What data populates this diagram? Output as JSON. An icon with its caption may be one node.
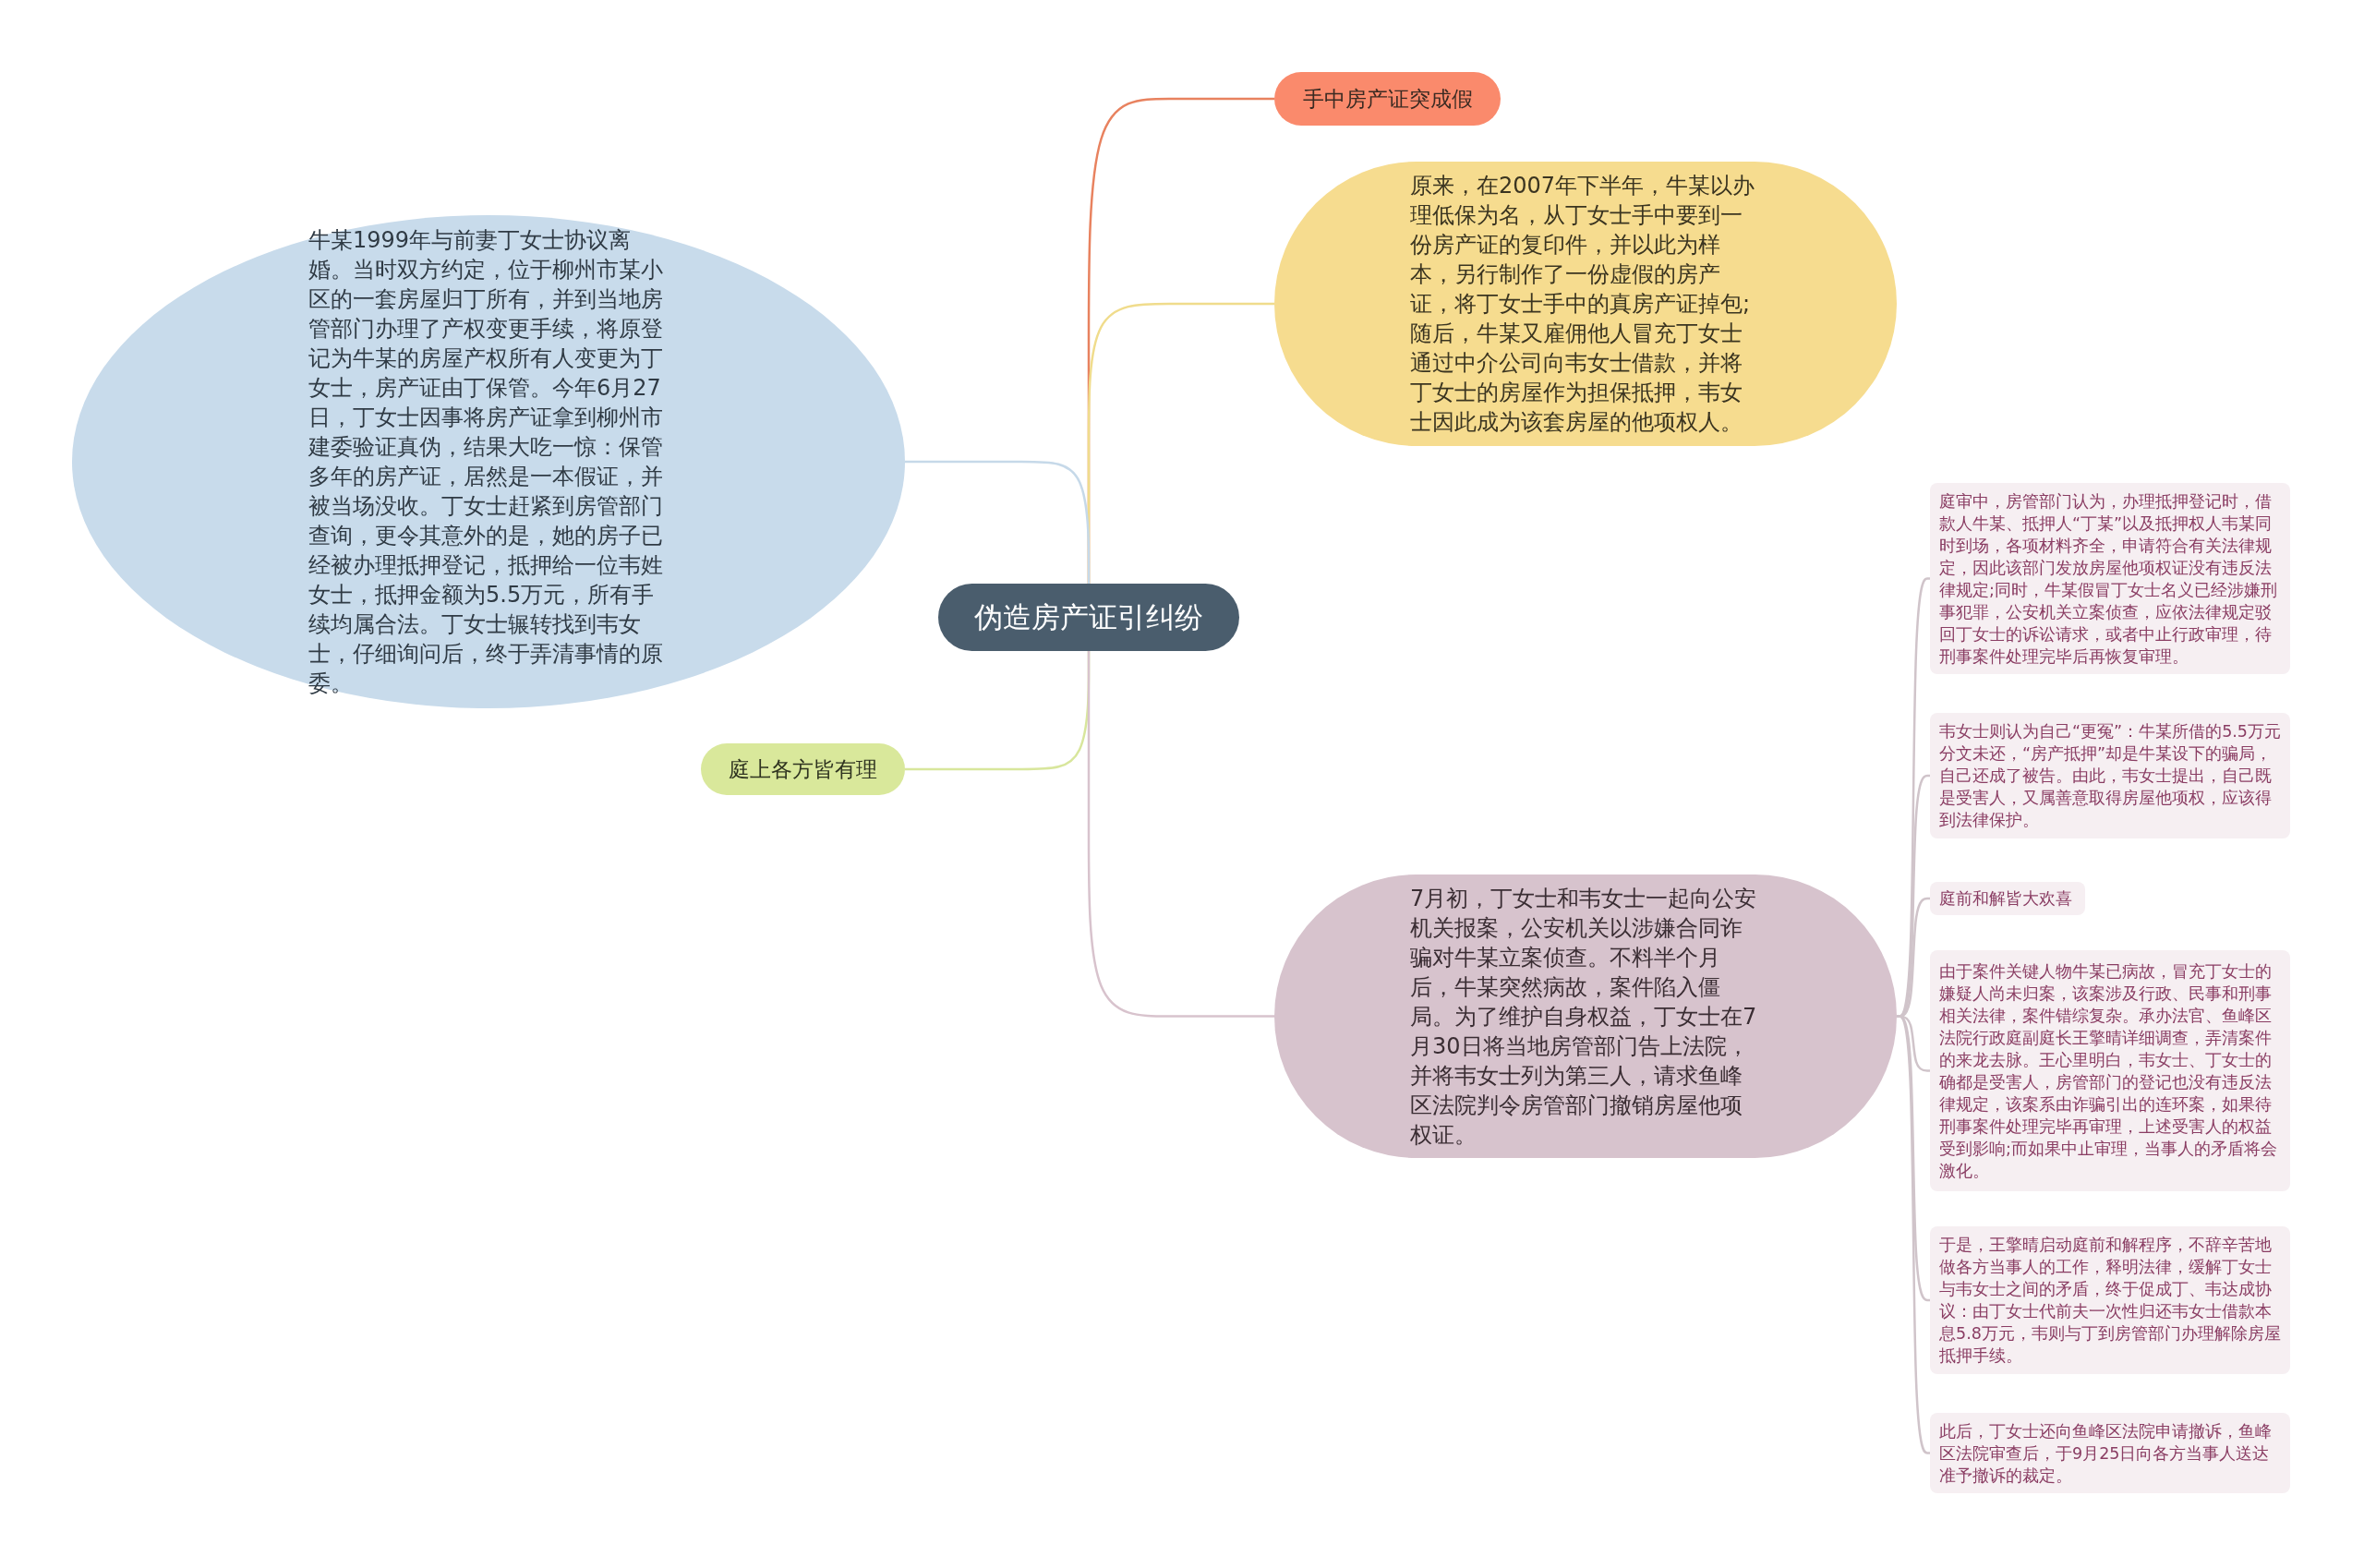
{
  "diagram": {
    "nodes": [
      {
        "text": [
          "伪造房产证引纠纷"
        ]
      },
      {
        "text": [
          "手中房产证突成假"
        ]
      },
      {
        "text": [
          "原来，在2007年下半年，牛某以办理低保为名，从丁女士手中要到一份房产证的复印件，并以此为样本，另行制作了一份虚假的房产证，将丁女士手中的真房产证掉包;随后，牛某又雇佣他人冒充丁女士通过中介公司向韦女士借款，并将丁女士的房屋作为担保抵押，韦女士因此成为该套房屋的他项权人。"
        ]
      },
      {
        "text": [
          "牛某1999年与前妻丁女士协议离婚。当时双方约定，位于柳州市某小区的一套房屋归丁所有，并到当地房管部门办理了产权变更手续，将原登记为牛某的房屋产权所有人变更为丁女士，房产证由丁保管。今年6月27日，丁女士因事将房产证拿到柳州市建委验证真伪，结果大吃一惊：保管多年的房产证，居然是一本假证，并被当场没收。丁女士赶紧到房管部门查询，更令其意外的是，她的房子已经被办理抵押登记，抵押给一位韦姓女士，抵押金额为5.5万元，所有手续均属合法。丁女士辗转找到韦女士，仔细询问后，终于弄清事情的原委。"
        ]
      },
      {
        "text": [
          "庭上各方皆有理"
        ]
      },
      {
        "text": [
          "7月初，丁女士和韦女士一起向公安机关报案，公安机关以涉嫌合同诈骗对牛某立案侦查。不料半个月后，牛某突然病故，案件陷入僵局。为了维护自身权益，丁女士在7月30日将当地房管部门告上法院，并将韦女士列为第三人，请求鱼峰区法院判令房管部门撤销房屋他项权证。"
        ]
      },
      {
        "text": [
          "庭审中，房管部门认为，办理抵押登记时，借款人牛某、抵押人“丁某”以及抵押权人韦某同时到场，各项材料齐全，申请符合有关法律规定，因此该部门发放房屋他项权证没有违反法律规定;同时，牛某假冒丁女士名义已经涉嫌刑事犯罪，公安机关立案侦查，应依法律规定驳回丁女士的诉讼请求，或者中止行政审理，待刑事案件处理完毕后再恢复审理。"
        ]
      },
      {
        "text": [
          "韦女士则认为自己“更冤”：牛某所借的5.5万元分文未还，“房产抵押”却是牛某设下的骗局，自己还成了被告。由此，韦女士提出，自己既是受害人，又属善意取得房屋他项权，应该得到法律保护。"
        ]
      },
      {
        "text": [
          "庭前和解皆大欢喜"
        ]
      },
      {
        "text": [
          "由于案件关键人物牛某已病故，冒充丁女士的嫌疑人尚未归案，该案涉及行政、民事和刑事相关法律，案件错综复杂。承办法官、鱼峰区法院行政庭副庭长王擎晴详细调查，弄清案件的来龙去脉。王心里明白，韦女士、丁女士的确都是受害人，房管部门的登记也没有违反法律规定，该案系由诈骗引出的连环案，如果待刑事案件处理完毕再审理，上述受害人的权益受到影响;而如果中止审理，当事人的矛盾将会激化。"
        ]
      },
      {
        "text": [
          "于是，王擎晴启动庭前和解程序，不辞辛苦地做各方当事人的工作，释明法律，缓解丁女士与韦女士之间的矛盾，终于促成丁、韦达成协议：由丁女士代前夫一次性归还韦女士借款本息5.8万元，韦则与丁到房管部门办理解除房屋抵押手续。"
        ]
      },
      {
        "text": [
          "此后，丁女士还向鱼峰区法院申请撤诉，鱼峰区法院审查后，于9月25日向各方当事人送达准予撤诉的裁定。"
        ]
      }
    ],
    "edges": [
      {
        "from": 0,
        "to": 1,
        "arrow": "none",
        "color": "#e8825f"
      },
      {
        "from": 0,
        "to": 2,
        "arrow": "none",
        "color": "#f0dc8c"
      },
      {
        "from": 0,
        "to": 3,
        "arrow": "none",
        "color": "#c6d9e9"
      },
      {
        "from": 0,
        "to": 4,
        "arrow": "none",
        "color": "#d8e69c"
      },
      {
        "from": 0,
        "to": 5,
        "arrow": "none",
        "color": "#d8c3cd"
      },
      {
        "from": 5,
        "to": 6,
        "arrow": "none",
        "color": "#d0c4ca"
      },
      {
        "from": 5,
        "to": 7,
        "arrow": "none",
        "color": "#d0c4ca"
      },
      {
        "from": 5,
        "to": 8,
        "arrow": "none",
        "color": "#d0c4ca"
      },
      {
        "from": 5,
        "to": 9,
        "arrow": "none",
        "color": "#d0c4ca"
      },
      {
        "from": 5,
        "to": 10,
        "arrow": "none",
        "color": "#d0c4ca"
      },
      {
        "from": 5,
        "to": 11,
        "arrow": "none",
        "color": "#d0c4ca"
      }
    ]
  }
}
